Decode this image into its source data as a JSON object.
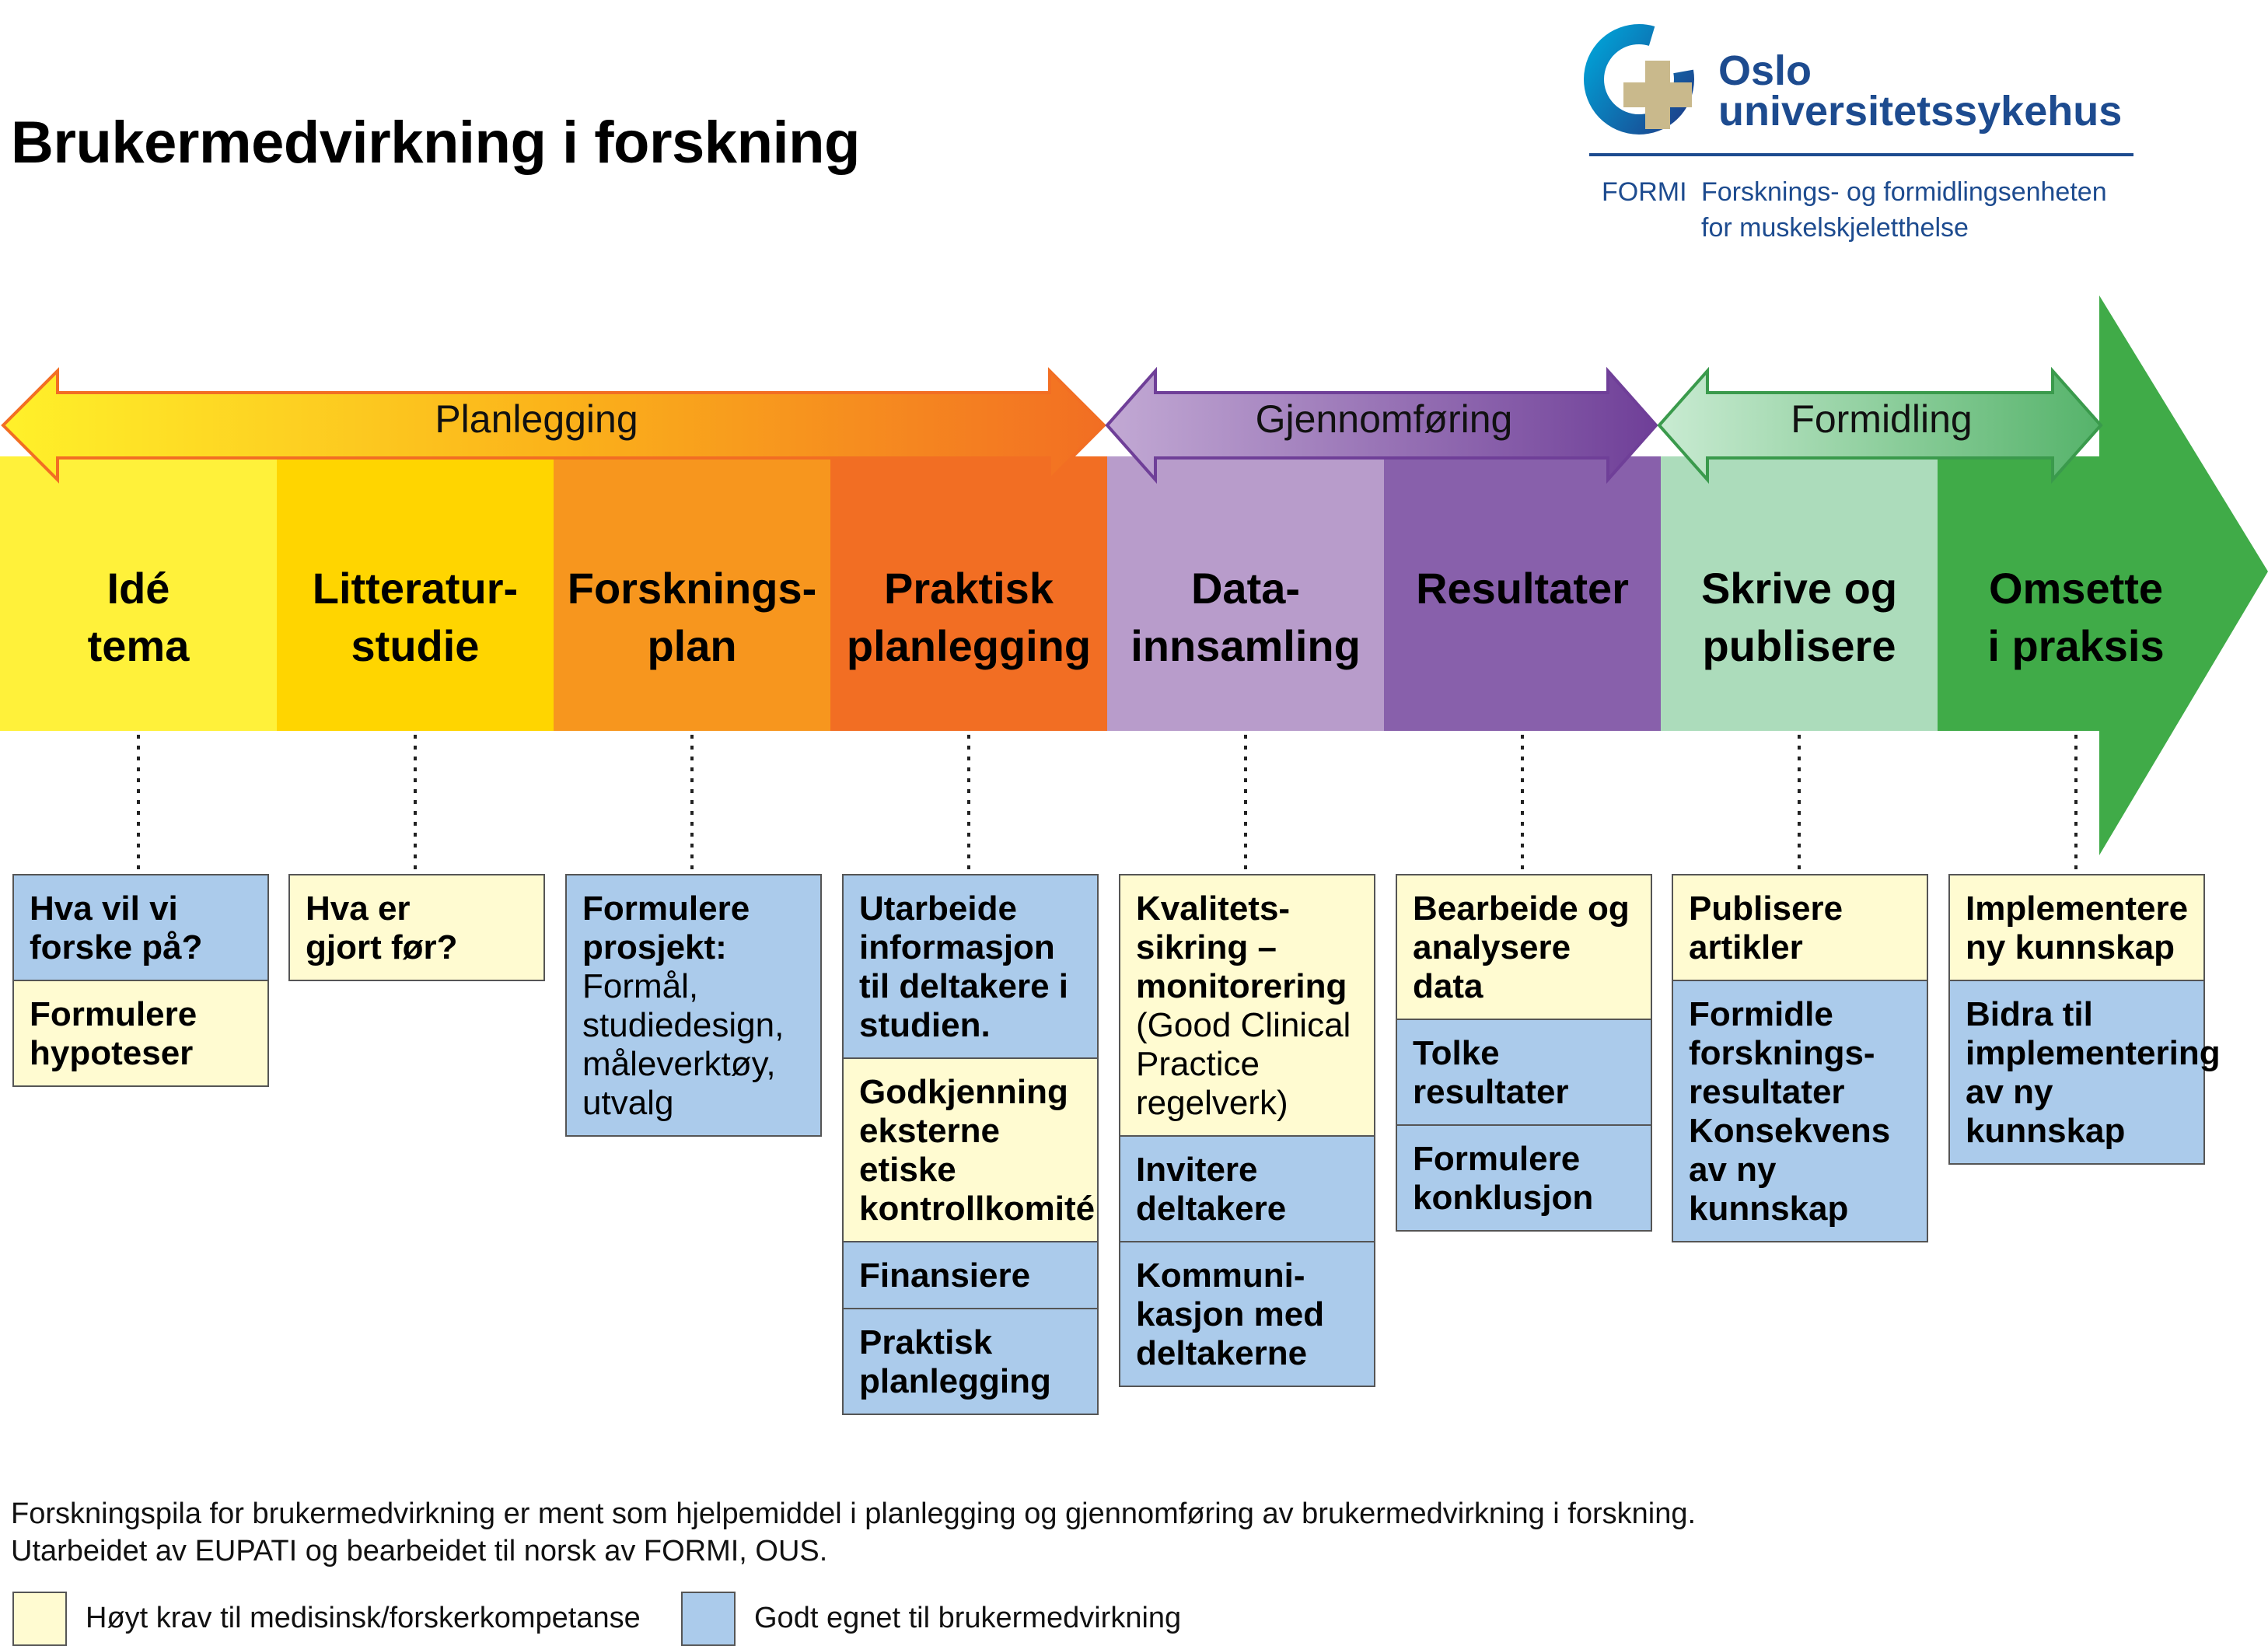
{
  "title": "Brukermedvirkning i forskning",
  "logo": {
    "line1": "Oslo",
    "line2": "universitetssykehus",
    "unit_abbr": "FORMI",
    "unit_line1": "Forsknings- og formidlingsenheten",
    "unit_line2": "for muskelskjeletthelse"
  },
  "phases": [
    {
      "label": "Planlegging"
    },
    {
      "label": "Gjennomføring"
    },
    {
      "label": "Formidling"
    }
  ],
  "stages": [
    {
      "label": "Idé\ntema",
      "color": "#fff13a"
    },
    {
      "label": "Litteratur-\nstudie",
      "color": "#ffd500"
    },
    {
      "label": "Forsknings-\nplan",
      "color": "#f7961e"
    },
    {
      "label": "Praktisk\nplanlegging",
      "color": "#f26e23"
    },
    {
      "label": "Data-\ninnsamling",
      "color": "#b89ccb"
    },
    {
      "label": "Resultater",
      "color": "#8860ab"
    },
    {
      "label": "Skrive og\npublisere",
      "color": "#acdcbb"
    },
    {
      "label": "Omsette\ni praksis",
      "color": "#40ab48"
    }
  ],
  "columns": [
    [
      {
        "type": "blue",
        "bold": "Hva vil vi\nforske på?",
        "regular": ""
      },
      {
        "type": "yellow",
        "bold": "Formulere\nhypoteser",
        "regular": ""
      }
    ],
    [
      {
        "type": "yellow",
        "bold": "Hva er\ngjort før?",
        "regular": ""
      }
    ],
    [
      {
        "type": "blue",
        "bold": "Formulere\nprosjekt:",
        "regular": "Formål,\nstudiedesign,\nmåleverktøy,\nutvalg"
      }
    ],
    [
      {
        "type": "blue",
        "bold": "Utarbeide\ninformasjon\ntil deltakere i\nstudien.",
        "regular": ""
      },
      {
        "type": "yellow",
        "bold": "Godkjenning\neksterne\netiske\nkontrollkomité",
        "regular": ""
      },
      {
        "type": "blue",
        "bold": "Finansiere",
        "regular": ""
      },
      {
        "type": "blue",
        "bold": "Praktisk\nplanlegging",
        "regular": ""
      }
    ],
    [
      {
        "type": "yellow",
        "bold": "Kvalitets-\nsikring –\nmonitorering",
        "regular": "(Good Clinical\nPractice\nregelverk)"
      },
      {
        "type": "blue",
        "bold": "Invitere\ndeltakere",
        "regular": ""
      },
      {
        "type": "blue",
        "bold": "Kommuni-\nkasjon med\ndeltakerne",
        "regular": ""
      }
    ],
    [
      {
        "type": "yellow",
        "bold": "Bearbeide og\nanalysere data",
        "regular": ""
      },
      {
        "type": "blue",
        "bold": "Tolke\nresultater",
        "regular": ""
      },
      {
        "type": "blue",
        "bold": "Formulere\nkonklusjon",
        "regular": ""
      }
    ],
    [
      {
        "type": "yellow",
        "bold": "Publisere\nartikler",
        "regular": ""
      },
      {
        "type": "blue",
        "bold": "Formidle\nforsknings-\nresultater\nKonsekvens\nav ny\nkunnskap",
        "regular": ""
      }
    ],
    [
      {
        "type": "yellow",
        "bold": "Implementere\nny kunnskap",
        "regular": ""
      },
      {
        "type": "blue",
        "bold": "Bidra til\nimplementering\nav ny kunnskap",
        "regular": ""
      }
    ]
  ],
  "footer": {
    "line1": "Forskningspila for brukermedvirkning er ment som hjelpemiddel i planlegging og gjennomføring av brukermedvirkning i forskning.",
    "line2": "Utarbeidet av EUPATI og bearbeidet til norsk av FORMI, OUS."
  },
  "legend": [
    {
      "label": "Høyt krav til medisinsk/forskerkompetanse",
      "color": "#fffbd1"
    },
    {
      "label": "Godt egnet til brukermedvirkning",
      "color": "#abcbeb"
    }
  ]
}
